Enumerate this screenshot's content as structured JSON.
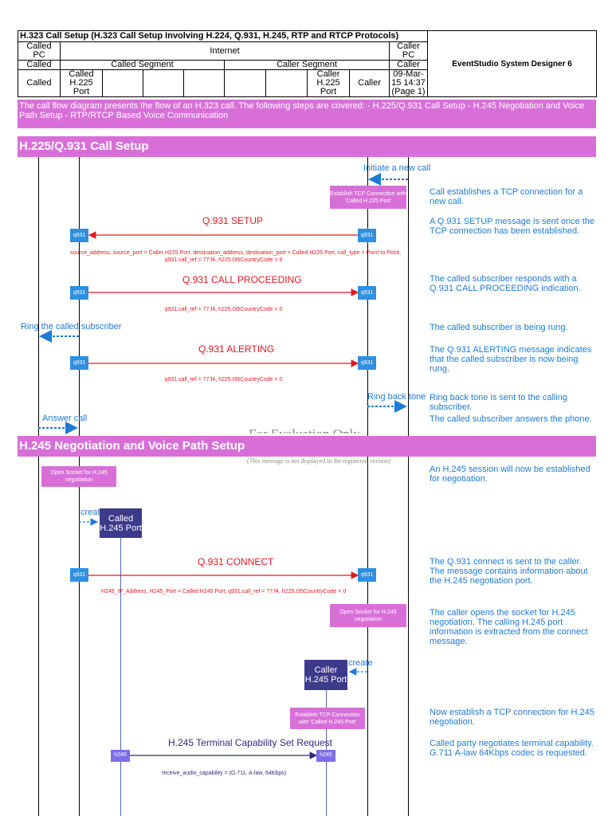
{
  "header": {
    "title": "H.323 Call Setup (H.323 Call Setup Involving H.224, Q.931, H.245, RTP and RTCP Protocols)",
    "row1": {
      "left": "Called PC",
      "middle": "Internet",
      "right": "Caller PC"
    },
    "row2": {
      "left": "Called",
      "middle_left": "Called Segment",
      "middle_right": "Caller Segment",
      "right": "Caller"
    },
    "row3": {
      "left": "Called",
      "col2": "Called H.225 Port",
      "col8": "Caller H.225 Port",
      "right": "Caller"
    },
    "product": "EventStudio System Designer 6",
    "date": "09-Mar-15 14:37 (Page 1)"
  },
  "intro": "The call flow diagram presents the flow of an H.323 call. The following steps are covered: - H.225/Q.931 Call Setup - H.245 Negotiation and Voice Path Setup - RTP/RTCP Based Voice Communication",
  "sections": {
    "s1": "H.225/Q.931 Call Setup",
    "s2": "H.245 Negotiation and Voice Path Setup"
  },
  "actions": {
    "initiate": "Initiate a new call",
    "ring_called": "Ring the called subscriber",
    "ring_back": "Ring back tone",
    "answer": "Answer call",
    "create1": "create",
    "create2": "create"
  },
  "boxes": {
    "tcp1": "Establish TCP Connection with 'Called H.225 Port'",
    "socket_called": "Open Socket for H.245 negotiation",
    "socket_caller": "Open Socket for H.245 negotiation",
    "tcp2": "Establish TCP Connection with 'Called H.245 Port'",
    "called_h245": "Called H.245 Port",
    "caller_h245": "Caller H.245 Port",
    "q931": "q931",
    "h245": "h245"
  },
  "messages": {
    "setup": "Q.931 SETUP",
    "setup_params1": "source_address, source_port = Caller H225 Port, destination_address, destination_port = Called H225 Port, call_type = Point to Point,",
    "setup_params2": "q931.call_ref = 77:f4, h225.t35CountryCode = 9",
    "proceeding": "Q.931 CALL PROCEEDING",
    "proceeding_params": "q931.call_ref = 77:f4, h225.t35CountryCode = 0",
    "alerting": "Q.931 ALERTING",
    "alerting_params": "q931.call_ref = 77:f4, h225.t35CountryCode = 0",
    "connect": "Q.931 CONNECT",
    "connect_params": "H245_IP_Address, H245_Port = Called H245 Port, q931.call_ref = 77:f4, h225.t35CountryCode = 0",
    "tcs": "H.245 Terminal Capability Set Request",
    "tcs_params": "receive_audio_capability = (G.711, A-law, 64Kbps)"
  },
  "notes": {
    "n1": "Call establishes a TCP connection for a new call.",
    "n2": "A Q.931 SETUP message is sent once the TCP connection has been established.",
    "n3": "The called subscriber responds with a Q.931 CALL PROCEEDING indication.",
    "n4": "The called subscriber is being rung.",
    "n5": "The Q.931 ALERTING message indicates that the called subscriber is now being rung.",
    "n6": "Ring back tone is sent to the calling subscriber.",
    "n7": "The called subscriber answers the phone.",
    "n8": "An H.245 session will now be established for negotiation.",
    "n9": "The Q.931 connect is sent to the caller. The message contains information about the H.245 negotiation port.",
    "n10": "The caller opens the socket for H.245 negotiation. The calling H.245 port information is extracted from the connect message.",
    "n11": "Now establish a TCP connection for H.245 negotiation.",
    "n12": "Called party negotiates terminal capability. G.711 A-law 64Kbps codec is requested."
  },
  "watermark": {
    "text": "For Evaluation Only",
    "sub": "(This message is not displayed in the registered version)"
  },
  "colors": {
    "magenta": "#d86fd8",
    "blue": "#1e7ad7",
    "red": "#e0191f",
    "navy": "#3d3a8a",
    "violet": "#7a6fe8"
  }
}
